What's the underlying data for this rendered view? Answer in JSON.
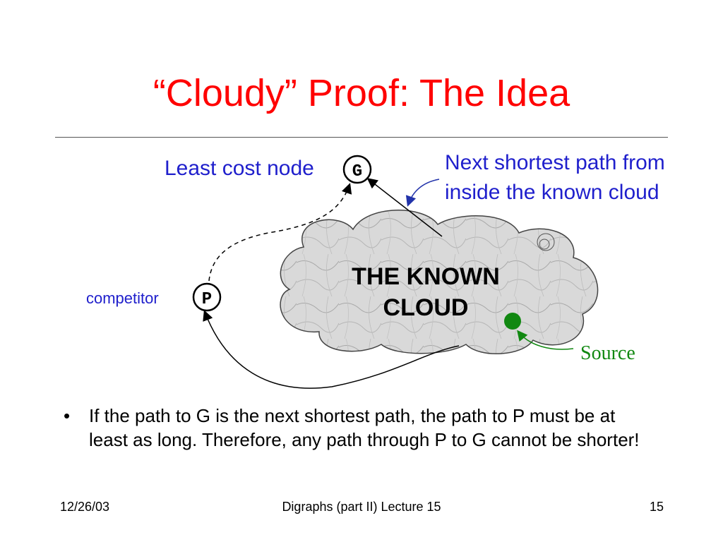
{
  "slide": {
    "title": "“Cloudy” Proof: The Idea",
    "bullets": [
      "If the path to G is the next shortest path, the path to P must be at least as long. Therefore, any path through P to G cannot be shorter!"
    ],
    "bullet_symbol": "•"
  },
  "diagram": {
    "least_cost_label": "Least cost node",
    "node_g": "G",
    "node_p": "P",
    "competitor_label": "competitor",
    "next_path_label": "Next shortest path from inside the known cloud",
    "cloud_line1": "THE KNOWN",
    "cloud_line2": "CLOUD",
    "source_label": "Source"
  },
  "colors": {
    "title": "#ff0000",
    "labels": "#1f1fcc",
    "source": "#118811"
  },
  "footer": {
    "date": "12/26/03",
    "center": "Digraphs (part II) Lecture 15",
    "page": "15"
  }
}
